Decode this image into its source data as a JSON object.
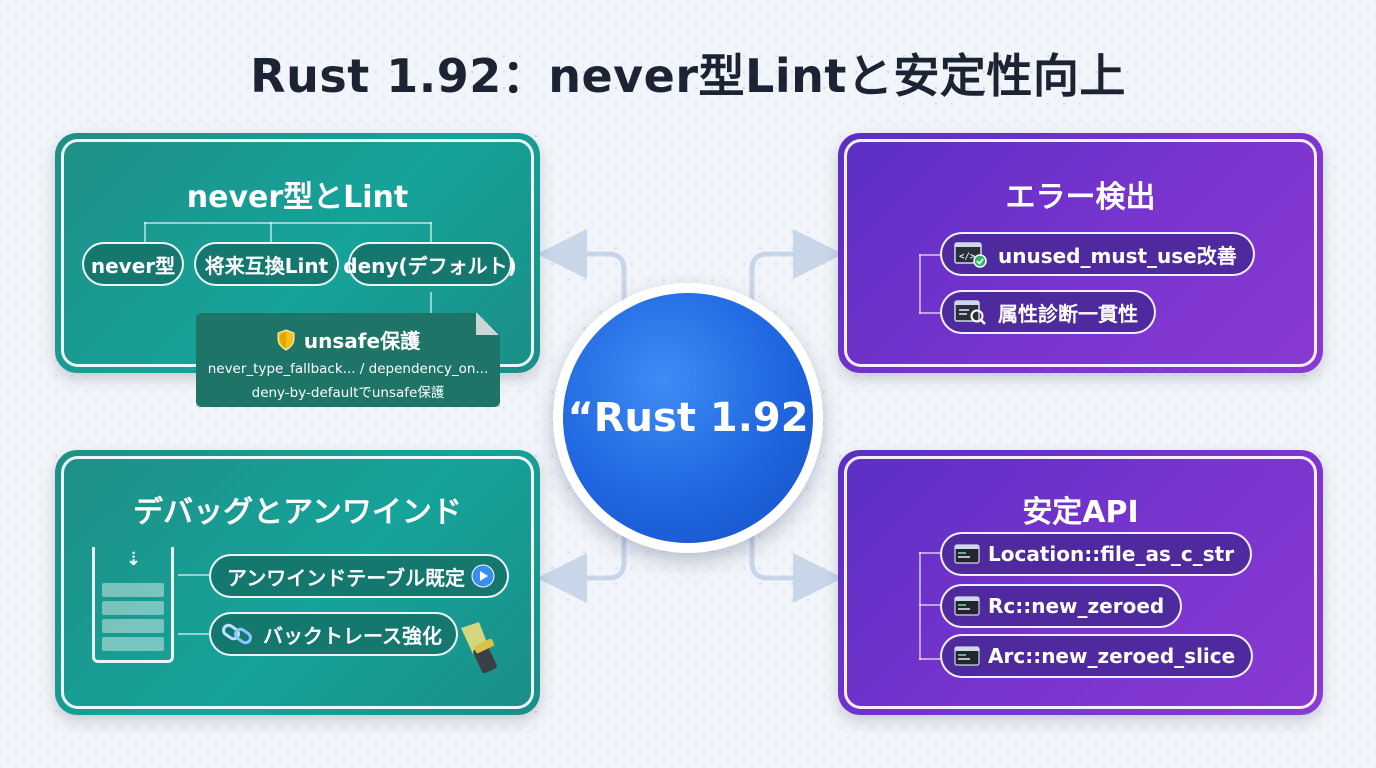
{
  "title": "Rust 1.92：never型Lintと安定性向上",
  "center": {
    "label": "“Rust 1.92"
  },
  "panels": {
    "never_lint": {
      "title": "never型とLint",
      "items": [
        "never型",
        "将来互換Lint",
        "deny(デフォルト)"
      ],
      "note": {
        "title": "unsafe保護",
        "line1": "never_type_fallback... / dependency_on...",
        "line2": "deny-by-defaultでunsafe保護"
      }
    },
    "error_detection": {
      "title": "エラー検出",
      "items": [
        {
          "label": "unused_must_use改善",
          "icon": "code-check-icon"
        },
        {
          "label": "属性診断一貫性",
          "icon": "magnify-list-icon"
        }
      ]
    },
    "debug_unwind": {
      "title": "デバッグとアンワインド",
      "items": [
        {
          "label": "アンワインドテーブル既定",
          "icon": "play-icon"
        },
        {
          "label": "バックトレース強化",
          "icon": "chain-link-icon"
        }
      ]
    },
    "stable_api": {
      "title": "安定API",
      "items": [
        {
          "label": "Location::file_as_c_str",
          "icon": "terminal-icon"
        },
        {
          "label": "Rc::new_zeroed",
          "icon": "terminal-icon"
        },
        {
          "label": "Arc::new_zeroed_slice",
          "icon": "terminal-icon"
        }
      ]
    }
  },
  "colors": {
    "teal": "#15a39a",
    "purple": "#7a34cf",
    "center_blue": "#1f66e0",
    "connector": "#c9d6ea"
  }
}
